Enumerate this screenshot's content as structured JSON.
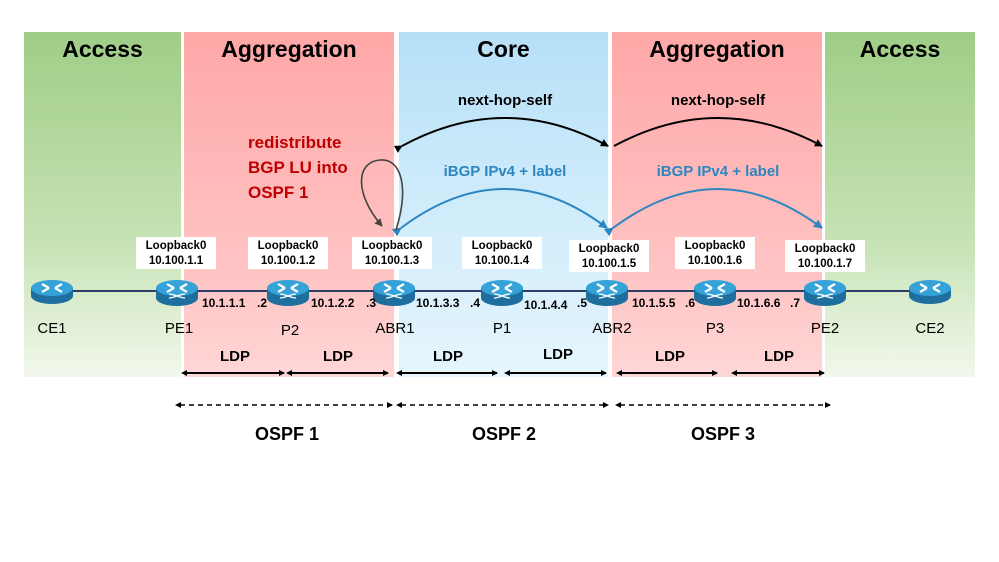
{
  "zones": [
    {
      "id": "access-left",
      "title": "Access",
      "color": "#a9d18e"
    },
    {
      "id": "aggregation-left",
      "title": "Aggregation",
      "color": "#ffb3b3"
    },
    {
      "id": "core",
      "title": "Core",
      "color": "#c3e6f8"
    },
    {
      "id": "aggregation-right",
      "title": "Aggregation",
      "color": "#ffb3b3"
    },
    {
      "id": "access-right",
      "title": "Access",
      "color": "#a9d18e"
    }
  ],
  "sessions": {
    "next_hop_self_left": "next-hop-self",
    "next_hop_self_right": "next-hop-self",
    "ibgp_left": "iBGP IPv4 + label",
    "ibgp_right": "iBGP IPv4 + label",
    "ibgp_color": "#2e86c1"
  },
  "redistribute": {
    "line1": "redistribute",
    "line2": "BGP LU into",
    "line3": "OSPF 1",
    "color": "#c00000"
  },
  "routers": [
    {
      "name": "CE1",
      "loopback": null,
      "type": "ce"
    },
    {
      "name": "PE1",
      "loopback_label": "Loopback0",
      "loopback_ip": "10.100.1.1",
      "type": "mpls"
    },
    {
      "name": "P2",
      "loopback_label": "Loopback0",
      "loopback_ip": "10.100.1.2",
      "type": "mpls"
    },
    {
      "name": "ABR1",
      "loopback_label": "Loopback0",
      "loopback_ip": "10.100.1.3",
      "type": "mpls"
    },
    {
      "name": "P1",
      "loopback_label": "Loopback0",
      "loopback_ip": "10.100.1.4",
      "type": "mpls"
    },
    {
      "name": "ABR2",
      "loopback_label": "Loopback0",
      "loopback_ip": "10.100.1.5",
      "type": "mpls"
    },
    {
      "name": "P3",
      "loopback_label": "Loopback0",
      "loopback_ip": "10.100.1.6",
      "type": "mpls"
    },
    {
      "name": "PE2",
      "loopback_label": "Loopback0",
      "loopback_ip": "10.100.1.7",
      "type": "mpls"
    },
    {
      "name": "CE2",
      "loopback": null,
      "type": "ce"
    }
  ],
  "links": [
    {
      "left_ip": "10.1.1.1",
      "right_ip": ".2"
    },
    {
      "left_ip": "10.1.2.2",
      "right_ip": ".3"
    },
    {
      "left_ip": "10.1.3.3",
      "right_ip": ".4"
    },
    {
      "left_ip": "10.1.4.4",
      "right_ip": ".5"
    },
    {
      "left_ip": "10.1.5.5",
      "right_ip": ".6"
    },
    {
      "left_ip": "10.1.6.6",
      "right_ip": ".7"
    }
  ],
  "ldp_labels": [
    "LDP",
    "LDP",
    "LDP",
    "LDP",
    "LDP",
    "LDP"
  ],
  "ospf_areas": [
    "OSPF 1",
    "OSPF 2",
    "OSPF 3"
  ]
}
